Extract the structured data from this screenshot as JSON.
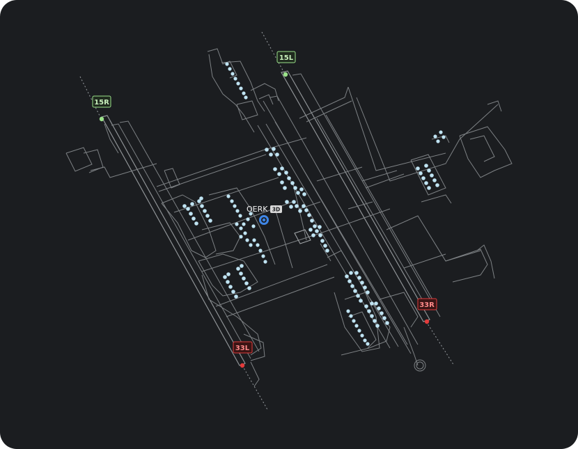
{
  "airport": {
    "code": "OERK",
    "view_badge": "3D"
  },
  "runway_labels": {
    "r15l": {
      "text": "15L",
      "status": "active",
      "color": "#9be28a"
    },
    "r15r": {
      "text": "15R",
      "status": "active",
      "color": "#9be28a"
    },
    "r33r": {
      "text": "33R",
      "status": "closed",
      "color": "#e23b3b"
    },
    "r33l": {
      "text": "33L",
      "status": "closed",
      "color": "#e23b3b"
    }
  },
  "colors": {
    "background": "#1b1d20",
    "pavement": "#8f9396",
    "gate": "#bfe3f2",
    "airport_marker": "#3f86e6"
  },
  "icons": {
    "airport_marker": "airport-location-icon",
    "gate": "gate-dot-icon"
  }
}
